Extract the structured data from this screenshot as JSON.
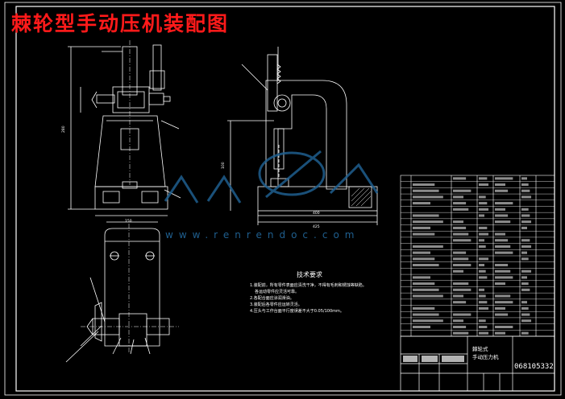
{
  "drawing": {
    "title": "棘轮型手动压机装配图",
    "watermark_text": "www.renrendoc.com",
    "tech_requirements": {
      "heading": "技术要求",
      "items": [
        "1.装配前，所有零件表面应清洗干净，不得有毛刺和锈蚀等缺陷。",
        "各运动零件应灵活可靠。",
        "2.各配合面应涂润滑油。",
        "3.装配后各零件应运转灵活。",
        "4.压头与工作台面平行度误差不大于0.05/100mm。"
      ]
    },
    "title_block": {
      "name_line1": "棘轮式",
      "name_line2": "手动压力机",
      "drawing_code": "068105332"
    },
    "dimensions": [
      "280",
      "400",
      "425",
      "150",
      "100"
    ],
    "colors": {
      "background": "#000000",
      "lines": "#ffffff",
      "title": "#ff1a1a",
      "watermark": "#1f5f8f"
    }
  }
}
